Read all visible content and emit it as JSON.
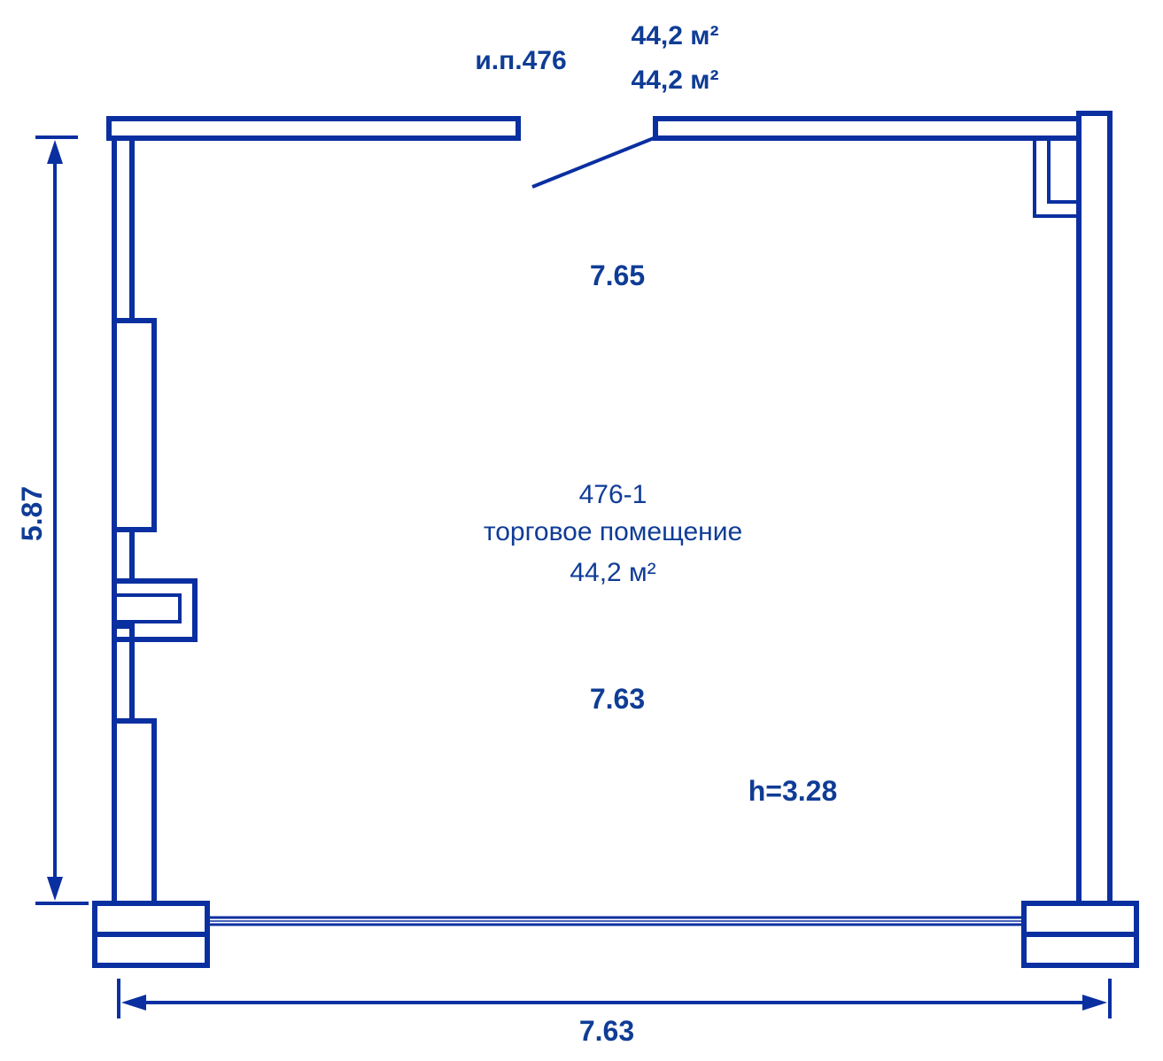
{
  "header": {
    "unit_id": "и.п.476",
    "area_line_1": "44,2 м²",
    "area_line_2": "44,2 м²"
  },
  "room": {
    "id": "476-1",
    "name": "торговое помещение",
    "area": "44,2 м²",
    "ceiling_height": "h=3.28"
  },
  "dimensions": {
    "top_inner": "7.65",
    "bottom_inner": "7.63",
    "bottom_outer": "7.63",
    "left_outer": "5.87"
  },
  "colors": {
    "wall": "#0a2fa0",
    "text": "#0f3c96",
    "background": "#ffffff"
  }
}
